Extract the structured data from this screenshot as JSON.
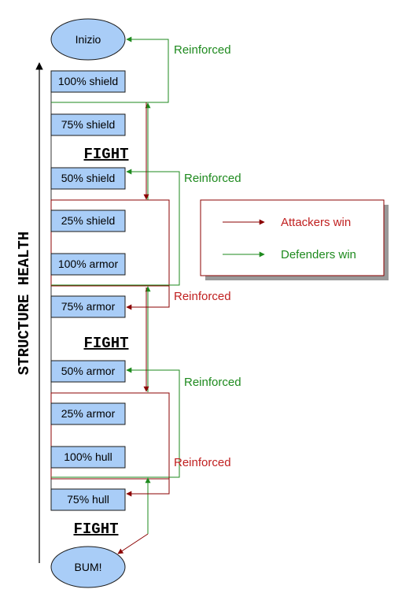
{
  "colors": {
    "box_fill": "#a9cdf7",
    "box_stroke": "#1a1a1a",
    "attack": "#8b0000",
    "defend": "#1e8a1e",
    "label_attack": "#c02020",
    "label_defend": "#1e8a1e"
  },
  "nodes": {
    "start": "Inizio",
    "end": "BUM!",
    "shield_100": "100% shield",
    "shield_75": "75% shield",
    "shield_50": "50% shield",
    "shield_25": "25% shield",
    "armor_100": "100% armor",
    "armor_75": "75% armor",
    "armor_50": "50% armor",
    "armor_25": "25% armor",
    "hull_100": "100% hull",
    "hull_75": "75% hull"
  },
  "fight_labels": [
    "FIGHT",
    "FIGHT",
    "FIGHT"
  ],
  "reinforced_labels": [
    "Reinforced",
    "Reinforced",
    "Reinforced",
    "Reinforced",
    "Reinforced"
  ],
  "axis_label": "STRUCTURE HEALTH",
  "legend": {
    "attackers": "Attackers win",
    "defenders": "Defenders win"
  }
}
